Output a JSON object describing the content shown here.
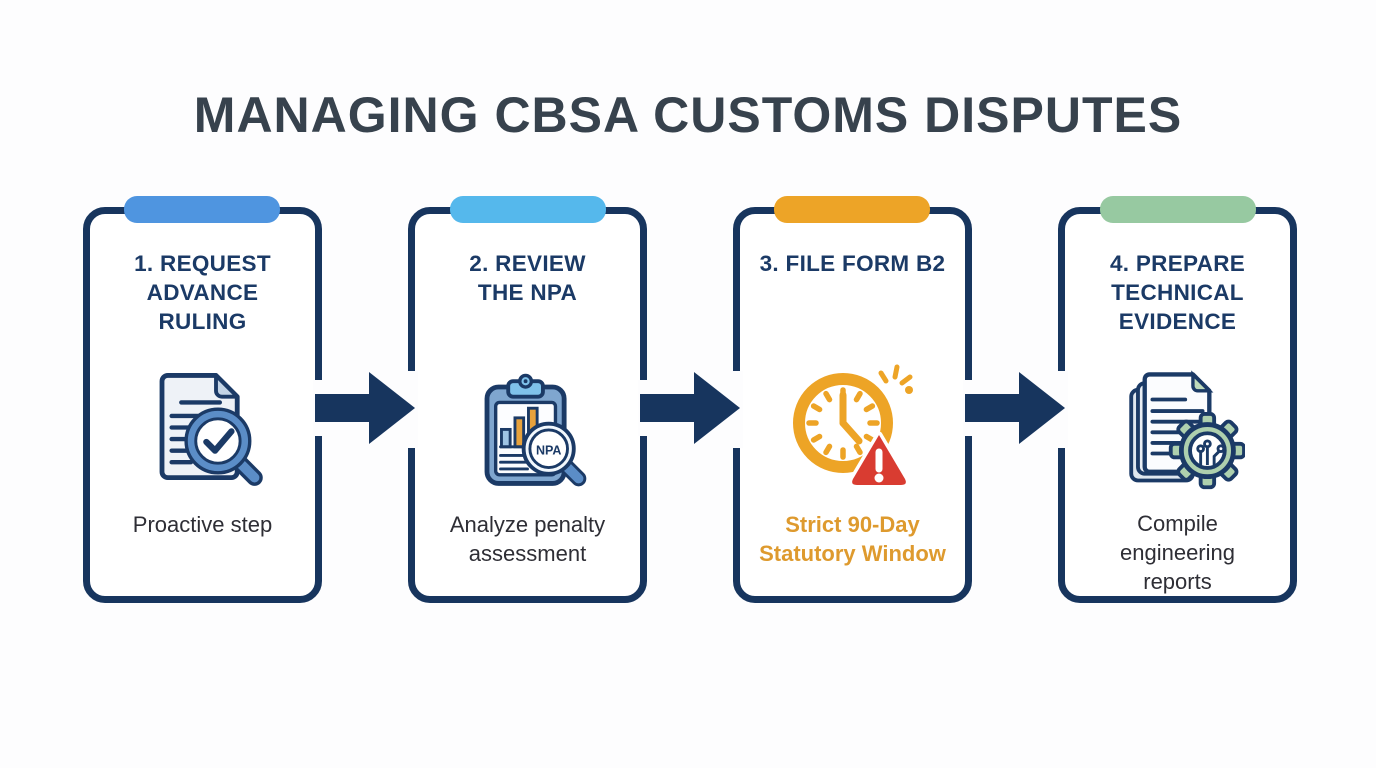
{
  "page": {
    "title": "MANAGING CBSA CUSTOMS DISPUTES",
    "background": "#fdfdfe"
  },
  "colors": {
    "title_slate": "#37424d",
    "card_border_navy": "#17355e",
    "heading_navy": "#1b3a66",
    "caption_dark": "#2e2e35",
    "arrow_navy": "#17355e",
    "steel_blue": "#5b8dc7",
    "accent_orange": "#eda426",
    "warning_red": "#d93c31",
    "leaf_green": "#aed0ae"
  },
  "steps": [
    {
      "heading": "1. REQUEST ADVANCE RULING",
      "caption": "Proactive step",
      "tab_color": "#4f95e0",
      "icon": "document-magnifier-check"
    },
    {
      "heading": "2. REVIEW THE NPA",
      "caption": "Analyze penalty assessment",
      "tab_color": "#55b8ec",
      "icon": "clipboard-chart-npa-magnifier"
    },
    {
      "heading": "3. FILE FORM B2",
      "caption": "Strict 90-Day Statutory Window",
      "tab_color": "#eda427",
      "caption_color": "#de9a2e",
      "icon": "clock-deadline-warning"
    },
    {
      "heading": "4. PREPARE TECHNICAL EVIDENCE",
      "caption": "Compile engineering reports",
      "tab_color": "#97c9a1",
      "icon": "documents-gear-circuit"
    }
  ],
  "icon_text": {
    "npa_magnifier_label": "NPA"
  }
}
